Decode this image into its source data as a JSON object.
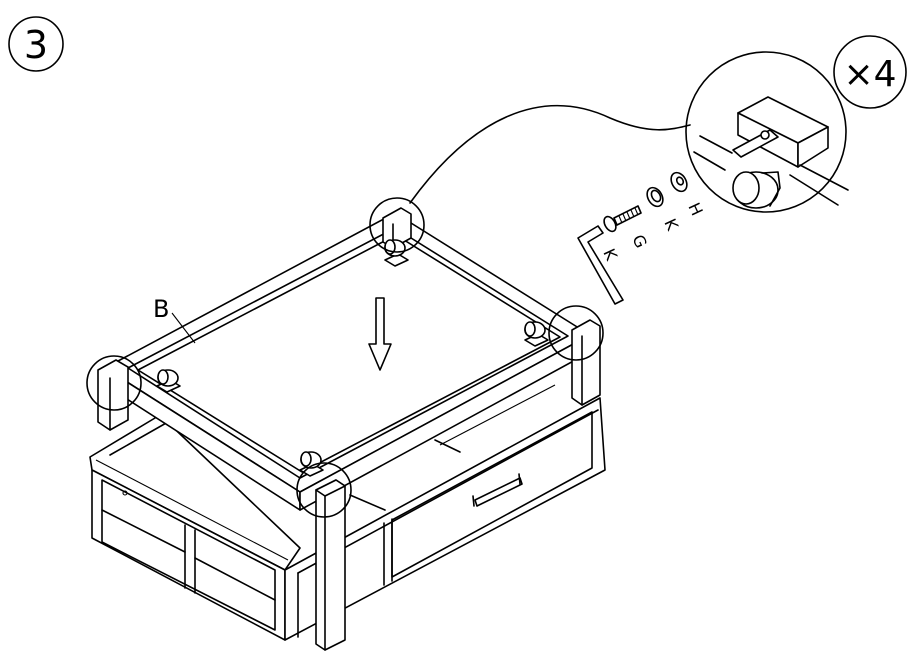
{
  "step": {
    "number": "3"
  },
  "callout": {
    "quantity": "×4"
  },
  "labels": {
    "panel": "B",
    "allen_key": "K",
    "bolt": "G",
    "lock_washer": "K",
    "flat_washer": "H"
  }
}
